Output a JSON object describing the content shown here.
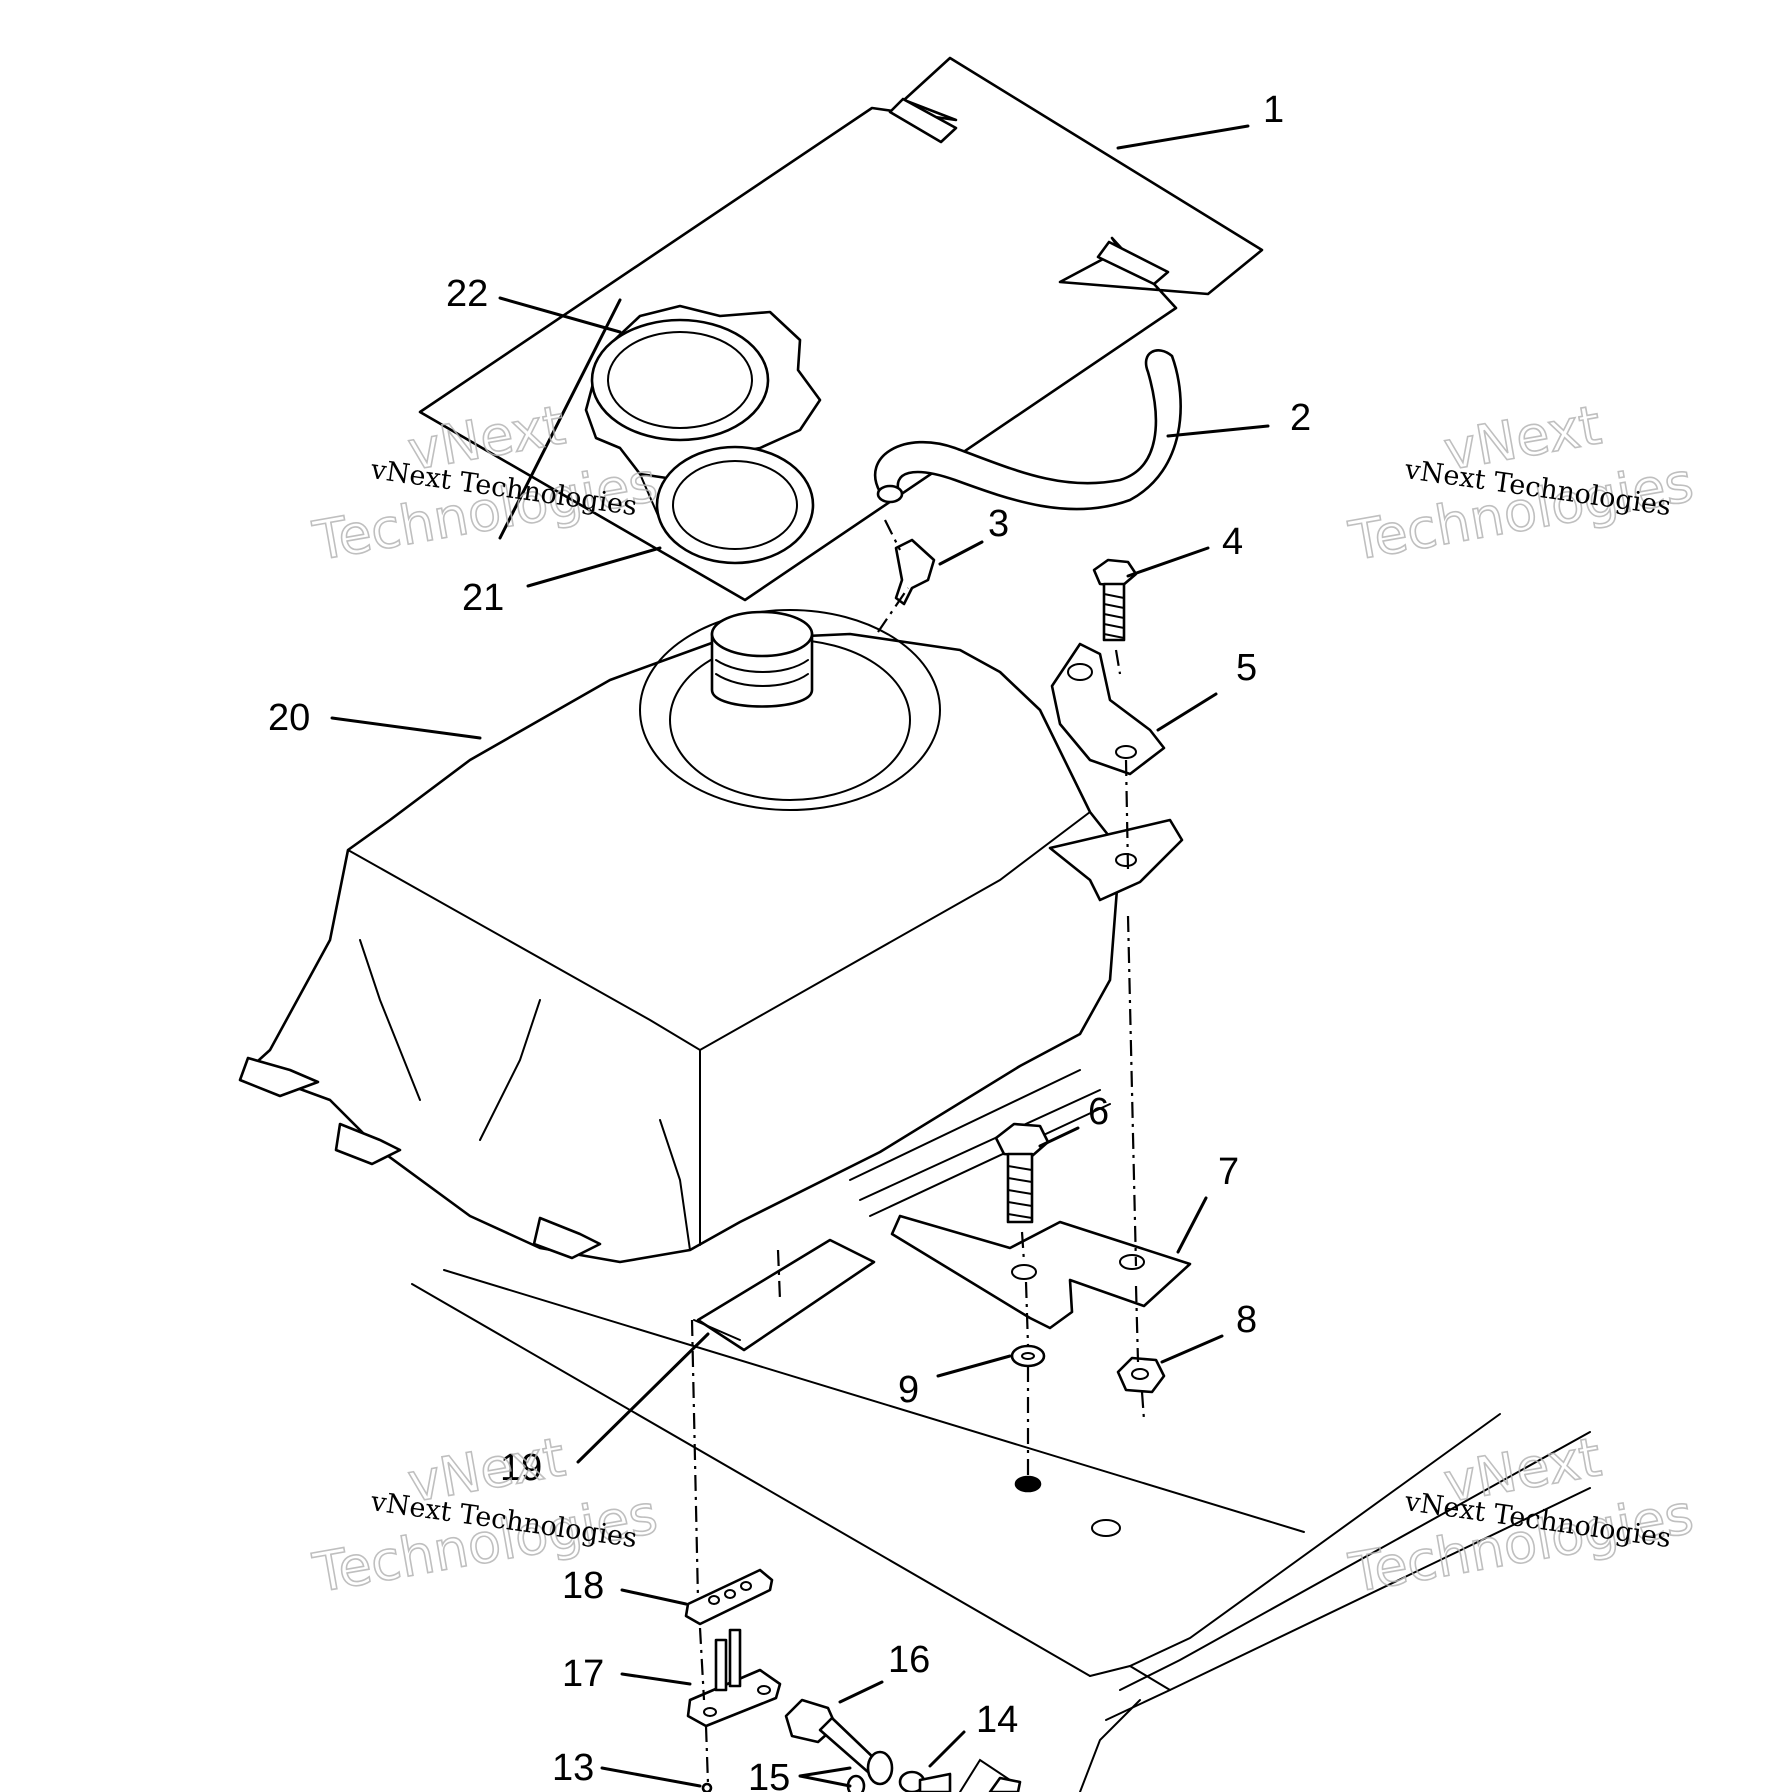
{
  "diagram": {
    "callouts": [
      "1",
      "2",
      "3",
      "4",
      "5",
      "6",
      "7",
      "8",
      "9",
      "13",
      "14",
      "15",
      "16",
      "17",
      "18",
      "19",
      "20",
      "21",
      "22"
    ],
    "watermarks": {
      "line1": "vNext",
      "line2": "Technologies",
      "caption": "vNext Technologies"
    }
  }
}
